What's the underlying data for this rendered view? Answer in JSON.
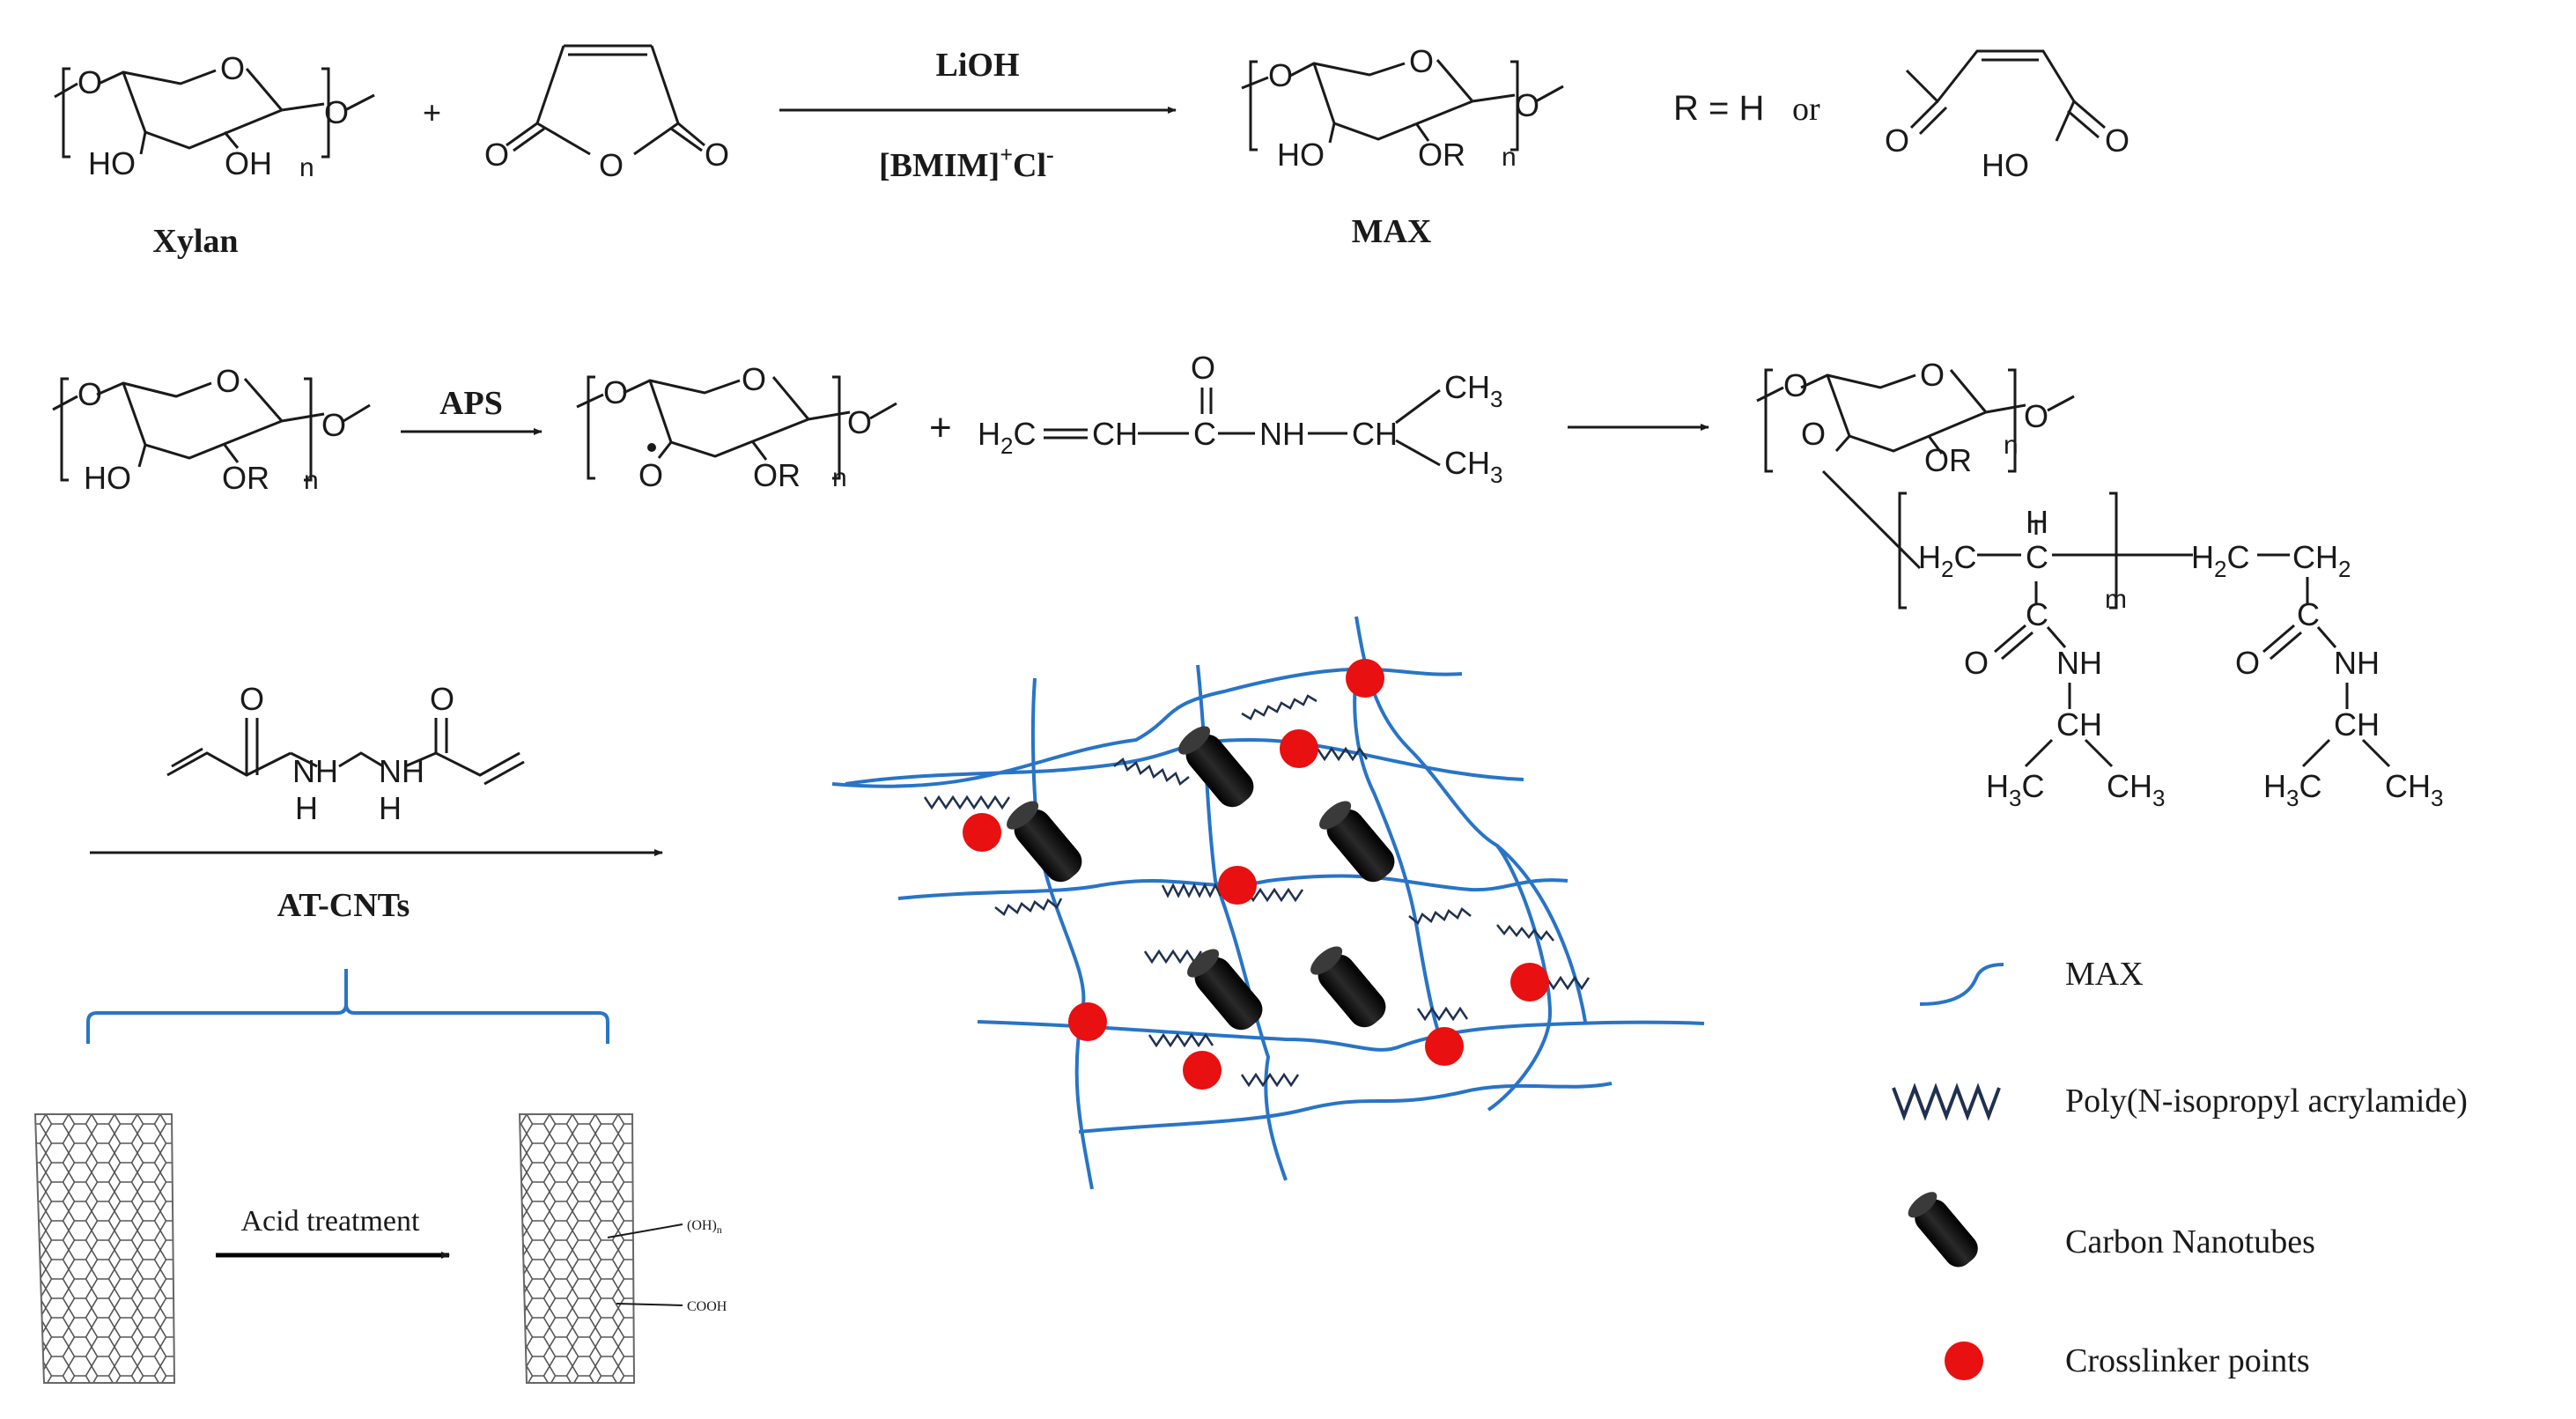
{
  "colors": {
    "ink": "#1a1a1a",
    "max_chain": "#2874c7",
    "crosslink": "#e81010",
    "nanotube": "#0d0d0d",
    "pnipam_wave": "#1f3050"
  },
  "scheme1": {
    "xylan": {
      "label": "Xylan",
      "ho": "HO",
      "oh": "OH",
      "n": "n",
      "o": "O"
    },
    "plus": "+",
    "maleic_o": "O",
    "reagent_top": "LiOH",
    "reagent_bottom": "[BMIM]",
    "reagent_sup": "+",
    "reagent_cl": "Cl",
    "reagent_cl_sup": "-",
    "max": {
      "label": "MAX",
      "ho": "HO",
      "or": "OR",
      "n": "n",
      "o": "O"
    },
    "r_def": "R = H",
    "or_word": "or",
    "sub_ho": "HO",
    "sub_o": "O"
  },
  "scheme2": {
    "ho": "HO",
    "or": "OR",
    "n": "n",
    "o": "O",
    "aps": "APS",
    "plus": "+",
    "monomer": {
      "h2c": "H",
      "h2c_sub": "2",
      "h2c_c": "C",
      "ch": "CH",
      "c": "C",
      "nh": "NH",
      "ch3a": "CH",
      "ch3_sub": "3",
      "o": "O"
    },
    "product": {
      "h2c": "H",
      "sub2": "2",
      "c": "C",
      "h": "H",
      "m": "m",
      "ch2": "CH",
      "nh": "NH",
      "ch": "CH",
      "h3c": "H",
      "sub3": "3",
      "ch3": "CH"
    }
  },
  "scheme3": {
    "crosslinker_h": "H",
    "crosslinker_o": "O",
    "reagent": "AT-CNTs",
    "acid": "Acid treatment",
    "oh_label": "(OH)",
    "oh_sub": "n",
    "cooh": "COOH"
  },
  "legend": {
    "items": [
      {
        "icon": "curve-icon",
        "label": "MAX"
      },
      {
        "icon": "wave-icon",
        "label": "Poly(N-isopropyl acrylamide)"
      },
      {
        "icon": "tube-icon",
        "label": "Carbon Nanotubes"
      },
      {
        "icon": "dot-icon",
        "label": "Crosslinker points"
      }
    ]
  }
}
